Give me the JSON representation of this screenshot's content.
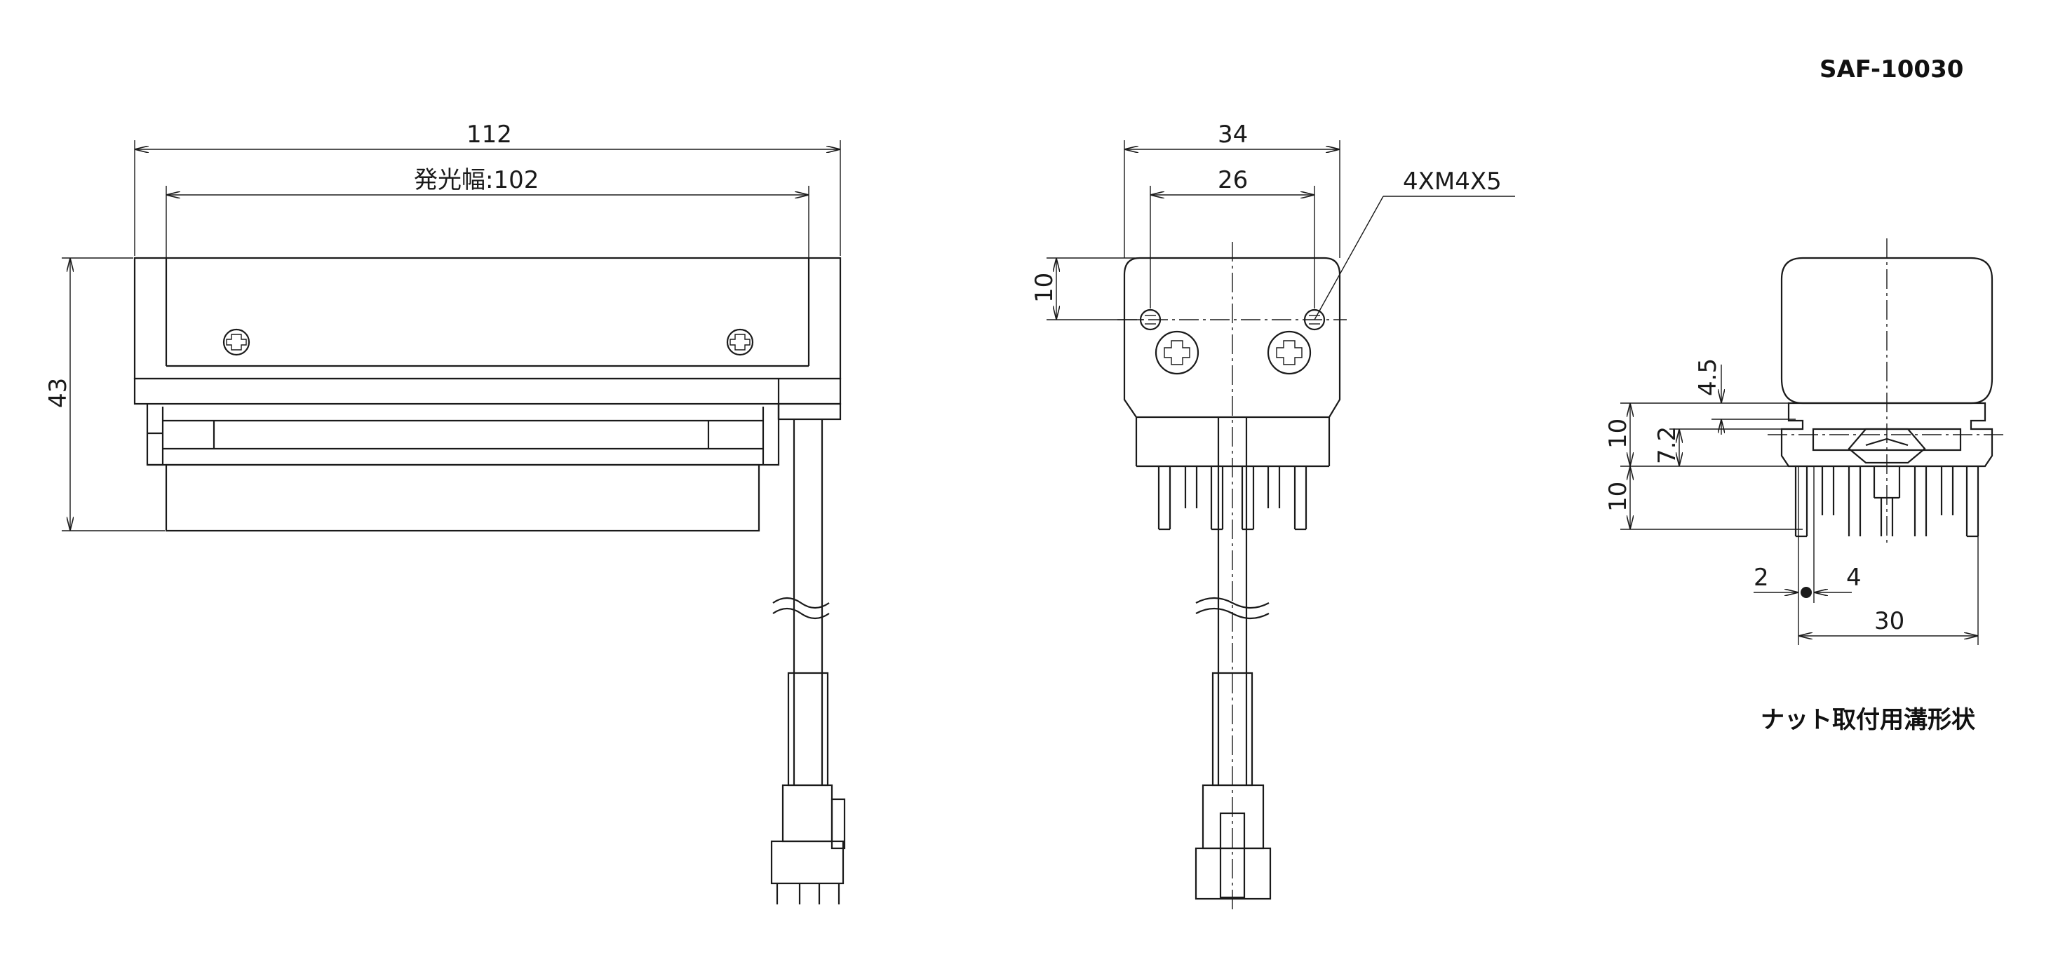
{
  "model": "SAF-10030",
  "front_view": {
    "dim_overall_width": "112",
    "dim_emission_width": "発光幅:102",
    "dim_height": "43"
  },
  "side_view": {
    "dim_width": "34",
    "dim_hole_pitch": "26",
    "dim_hole_offset": "10",
    "dim_screw_note": "4XM4X5"
  },
  "groove_view": {
    "dim_4_5": "4.5",
    "dim_7_2": "7.2",
    "dim_10_a": "10",
    "dim_10_b": "10",
    "dim_2": "2",
    "dim_4": "4",
    "dim_30": "30",
    "caption": "ナット取付用溝形状"
  }
}
